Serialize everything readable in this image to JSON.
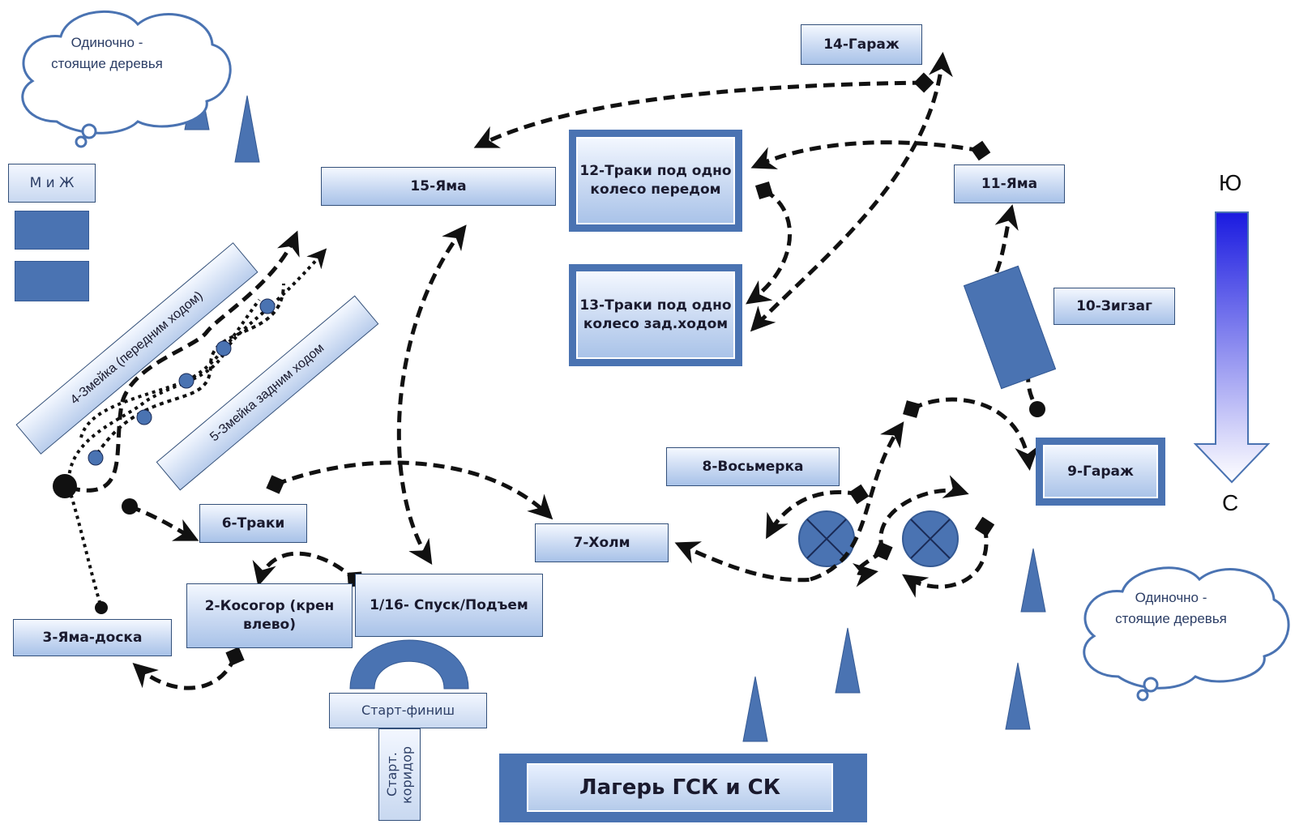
{
  "stations": {
    "s14": "14-Гараж",
    "s15": "15-Яма",
    "s12": "12-Траки под одно колесо передом",
    "s13": "13-Траки под одно колесо зад.ходом",
    "s11": "11-Яма",
    "s10": "10-Зигзаг",
    "s9": "9-Гараж",
    "s8": "8-Восьмерка",
    "s7": "7-Холм",
    "s6": "6-Траки",
    "s4": "4-Змейка (передним ходом)",
    "s5": "5-Змейка задним ходом",
    "s3": "3-Яма-доска",
    "s2": "2-Косогор (крен влево)",
    "s1_16": "1/16- Спуск/Подъем"
  },
  "facilities": {
    "mzh": "М и Ж",
    "start_finish": "Старт-финиш",
    "start_corridor": "Старт. коридор",
    "camp": "Лагерь ГСК и СК"
  },
  "clouds": {
    "top_left": "Одиночно - стоящие деревья",
    "bottom_right": "Одиночно - стоящие деревья"
  },
  "compass": {
    "south": "Ю",
    "north": "С"
  },
  "colors": {
    "primary": "#4a73b2",
    "arrow": "#111111",
    "compass_top": "#1a1ae0"
  }
}
